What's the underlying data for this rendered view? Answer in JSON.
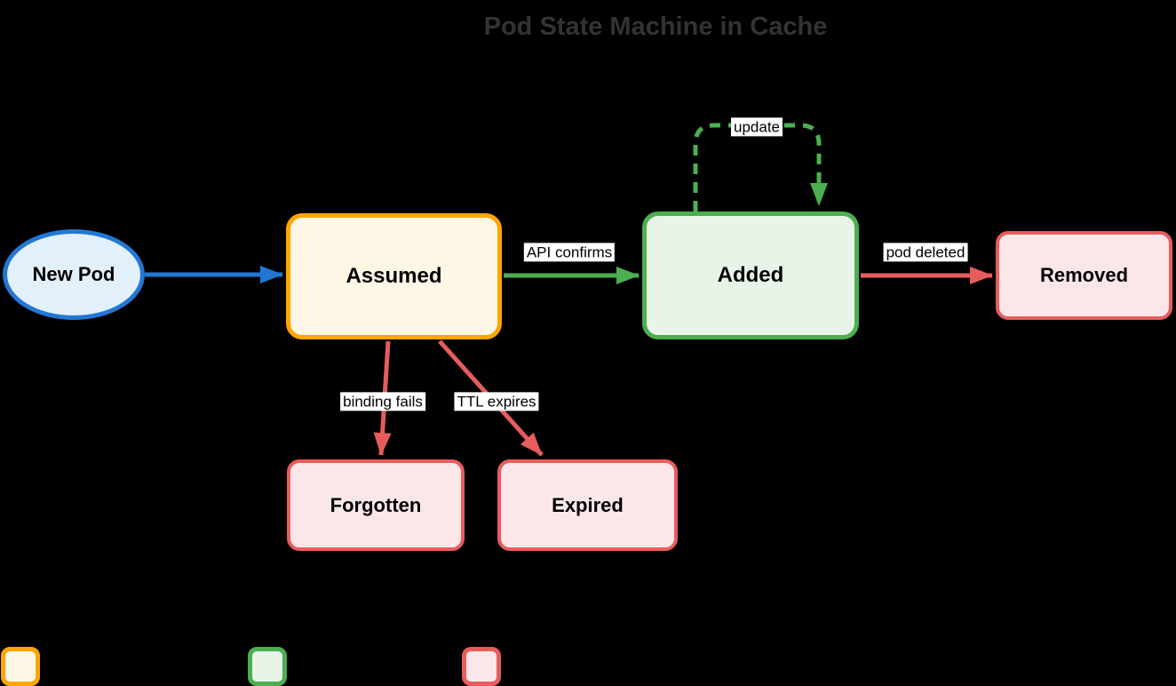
{
  "title": "Pod State Machine in Cache",
  "nodes": {
    "new_pod": {
      "label": "New Pod",
      "shape": "ellipse",
      "fill": "#E2F0FC",
      "stroke": "#2277D4"
    },
    "assumed": {
      "label": "Assumed",
      "shape": "rounded-rect",
      "fill": "#FFF7E6",
      "stroke": "#FFA502"
    },
    "added": {
      "label": "Added",
      "shape": "rounded-rect",
      "fill": "#E9F4E9",
      "stroke": "#4CAF50"
    },
    "removed": {
      "label": "Removed",
      "shape": "rounded-rect",
      "fill": "#FBE7EA",
      "stroke": "#E85C5C"
    },
    "forgotten": {
      "label": "Forgotten",
      "shape": "rounded-rect",
      "fill": "#FBE7EA",
      "stroke": "#E85C5C"
    },
    "expired": {
      "label": "Expired",
      "shape": "rounded-rect",
      "fill": "#FBE7EA",
      "stroke": "#E85C5C"
    }
  },
  "edges": {
    "new_pod_to_assumed": {
      "from": "new_pod",
      "to": "assumed",
      "label": "",
      "color": "#2277D4",
      "style": "solid"
    },
    "assumed_to_added": {
      "from": "assumed",
      "to": "added",
      "label": "API confirms",
      "color": "#4CAF50",
      "style": "solid"
    },
    "added_update_self_loop": {
      "from": "added",
      "to": "added",
      "label": "update",
      "color": "#4CAF50",
      "style": "dashed"
    },
    "added_to_removed": {
      "from": "added",
      "to": "removed",
      "label": "pod deleted",
      "color": "#E85C5C",
      "style": "solid"
    },
    "assumed_to_forgotten": {
      "from": "assumed",
      "to": "forgotten",
      "label": "binding fails",
      "color": "#E85C5C",
      "style": "solid"
    },
    "assumed_to_expired": {
      "from": "assumed",
      "to": "expired",
      "label": "TTL expires",
      "color": "#E85C5C",
      "style": "solid"
    }
  },
  "palette": {
    "background": "#000000",
    "title_text": "#333333",
    "node_text": "#000000",
    "edge_label_bg": "#FFFFFF",
    "edge_label_text": "#000000"
  },
  "legend": {
    "swatches": [
      {
        "name": "assumed-style",
        "fill": "#FFF7E6",
        "stroke": "#FFA502"
      },
      {
        "name": "added-style",
        "fill": "#E9F4E9",
        "stroke": "#4CAF50"
      },
      {
        "name": "removed-style",
        "fill": "#FBE7EA",
        "stroke": "#E85C5C"
      }
    ]
  }
}
